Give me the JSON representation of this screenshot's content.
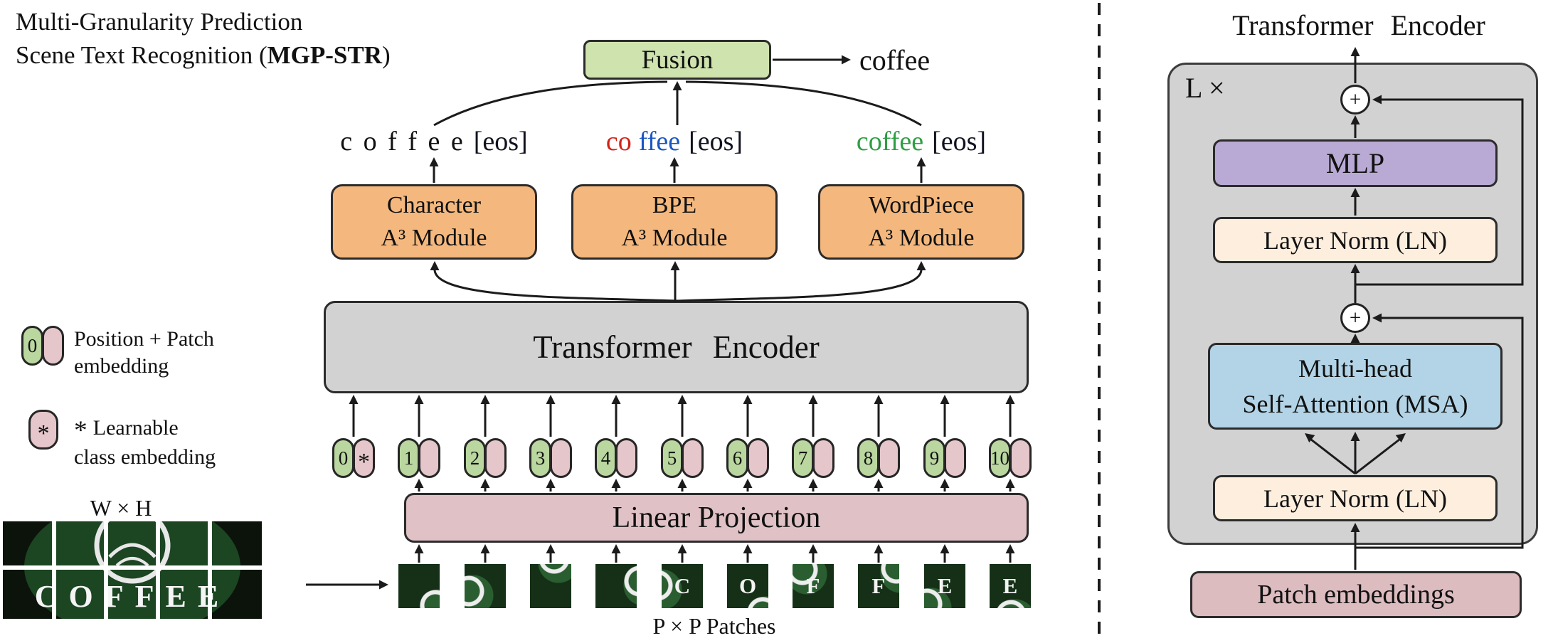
{
  "title": {
    "line1": "Multi-Granularity Prediction",
    "line2_pre": "Scene Text Recognition (",
    "line2_bold": "MGP-STR",
    "line2_post": ")"
  },
  "fusion": {
    "label": "Fusion"
  },
  "output_word": "coffee",
  "predictions": {
    "character": {
      "text": "c o f f e e",
      "eos": "[eos]"
    },
    "bpe": {
      "part_red": "co",
      "part_blue": "ffee",
      "eos": "[eos]"
    },
    "wordpiece": {
      "text": "coffee",
      "eos": "[eos]"
    }
  },
  "modules": {
    "character": {
      "line1": "Character",
      "line2": "A³ Module"
    },
    "bpe": {
      "line1": "BPE",
      "line2": "A³ Module"
    },
    "wordpiece": {
      "line1": "WordPiece",
      "line2": "A³ Module"
    }
  },
  "encoder_label": "Transformer Encoder",
  "linear_projection_label": "Linear Projection",
  "tokens": [
    {
      "num": "0",
      "cls": "*"
    },
    {
      "num": "1",
      "cls": ""
    },
    {
      "num": "2",
      "cls": ""
    },
    {
      "num": "3",
      "cls": ""
    },
    {
      "num": "4",
      "cls": ""
    },
    {
      "num": "5",
      "cls": ""
    },
    {
      "num": "6",
      "cls": ""
    },
    {
      "num": "7",
      "cls": ""
    },
    {
      "num": "8",
      "cls": ""
    },
    {
      "num": "9",
      "cls": ""
    },
    {
      "num": "10",
      "cls": ""
    }
  ],
  "patch_letters": [
    "",
    "",
    "",
    "",
    "C",
    "O",
    "F",
    "F",
    "E",
    "E"
  ],
  "patches_caption": "P × P Patches",
  "image_caption": "W × H",
  "image_word": "COFFEE",
  "legend": {
    "item1_token": "0",
    "item1_line1": "Position + Patch",
    "item1_line2": "embedding",
    "item2_symbol": "*",
    "item2_line1": "Learnable",
    "item2_line2": "class embedding"
  },
  "right_panel": {
    "title": "Transformer Encoder",
    "loop": "L ×",
    "plus": "+",
    "mlp": "MLP",
    "layer_norm": "Layer Norm (LN)",
    "msa_line1": "Multi-head",
    "msa_line2": "Self-Attention (MSA)",
    "layer_norm2": "Layer Norm (LN)",
    "patch_embeddings": "Patch embeddings"
  },
  "colors": {
    "fusion": "#cfe3af",
    "a3_module": "#f4b87e",
    "encoder": "#d2d2d2",
    "linear_projection": "#e0c2c6",
    "token_position": "#b9d79f",
    "token_patch": "#e5c6ca",
    "mlp": "#b9aad5",
    "layer_norm": "#fdeede",
    "msa": "#b3d4e6",
    "patch_embeddings": "#ddbcc0",
    "bpe_red": "#d02318",
    "bpe_blue": "#1a56c4",
    "wordpiece_green": "#2f9e44"
  }
}
